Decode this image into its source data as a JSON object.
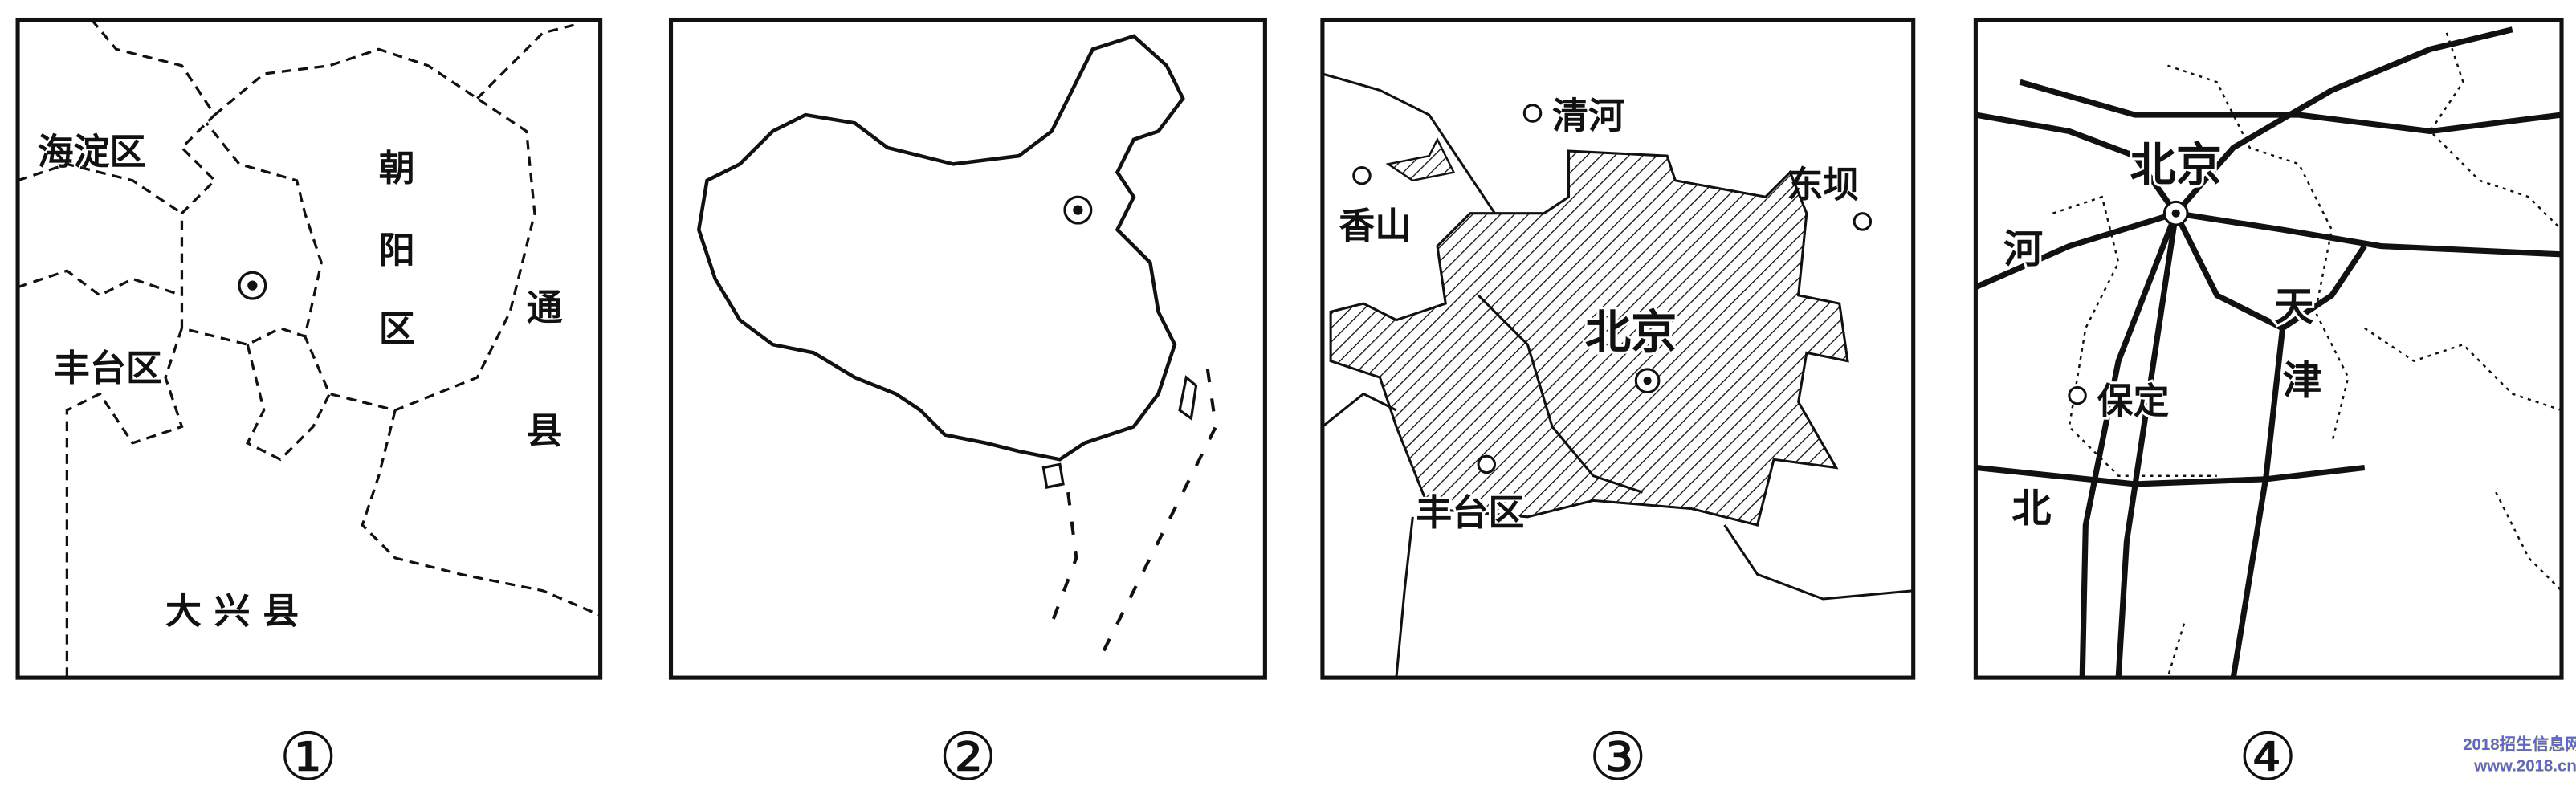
{
  "panels": [
    {
      "number": "①",
      "labels": {
        "haidian": "海淀区",
        "chaoyang1": "朝",
        "chaoyang2": "阳",
        "chaoyang3": "区",
        "fengtai": "丰台区",
        "tong1": "通",
        "tong2": "县",
        "daxing": "大 兴 县"
      }
    },
    {
      "number": "②"
    },
    {
      "number": "③",
      "labels": {
        "qinghe": "清河",
        "xiangshan": "香山",
        "dongba": "东坝",
        "beijing": "北京",
        "fengtai": "丰台区"
      }
    },
    {
      "number": "④",
      "labels": {
        "beijing": "北京",
        "he": "河",
        "tian": "天",
        "jin": "津",
        "baoding": "保定",
        "bei": "北"
      }
    }
  ],
  "watermark": {
    "line1": "2018招生信息网",
    "line2": "www.2018.cn"
  }
}
